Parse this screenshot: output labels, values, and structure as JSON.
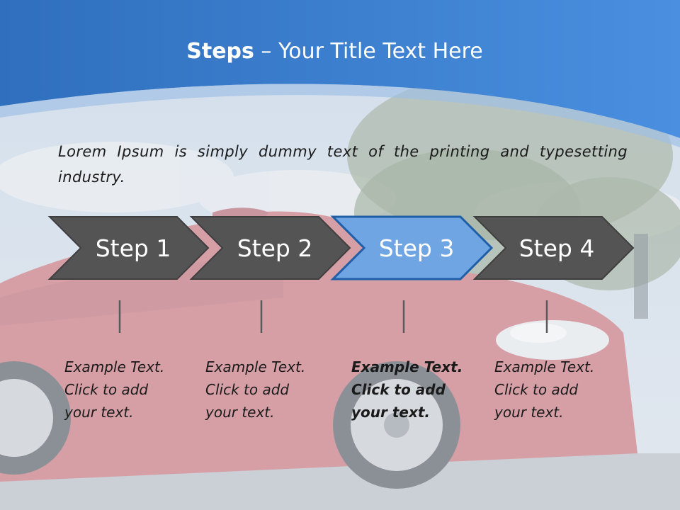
{
  "title": {
    "bold": "Steps",
    "rest": " – Your Title Text Here"
  },
  "intro": "Lorem Ipsum is simply dummy text of the printing and typesetting industry.",
  "steps": [
    {
      "label": "Step 1",
      "desc": [
        "Example Text.",
        "Click  to add",
        "your text."
      ],
      "active": false
    },
    {
      "label": "Step 2",
      "desc": [
        "Example Text.",
        "Click  to add",
        "your text."
      ],
      "active": false
    },
    {
      "label": "Step 3",
      "desc": [
        "Example Text.",
        "Click  to add",
        "your text."
      ],
      "active": true
    },
    {
      "label": "Step 4",
      "desc": [
        "Example Text.",
        "Click  to add",
        "your text."
      ],
      "active": false
    }
  ],
  "colors": {
    "header_blue": "#3a7fd0",
    "chevron_gray": "#545454",
    "chevron_active": "#6fa5e3",
    "chevron_active_border": "#1f5fa8"
  }
}
